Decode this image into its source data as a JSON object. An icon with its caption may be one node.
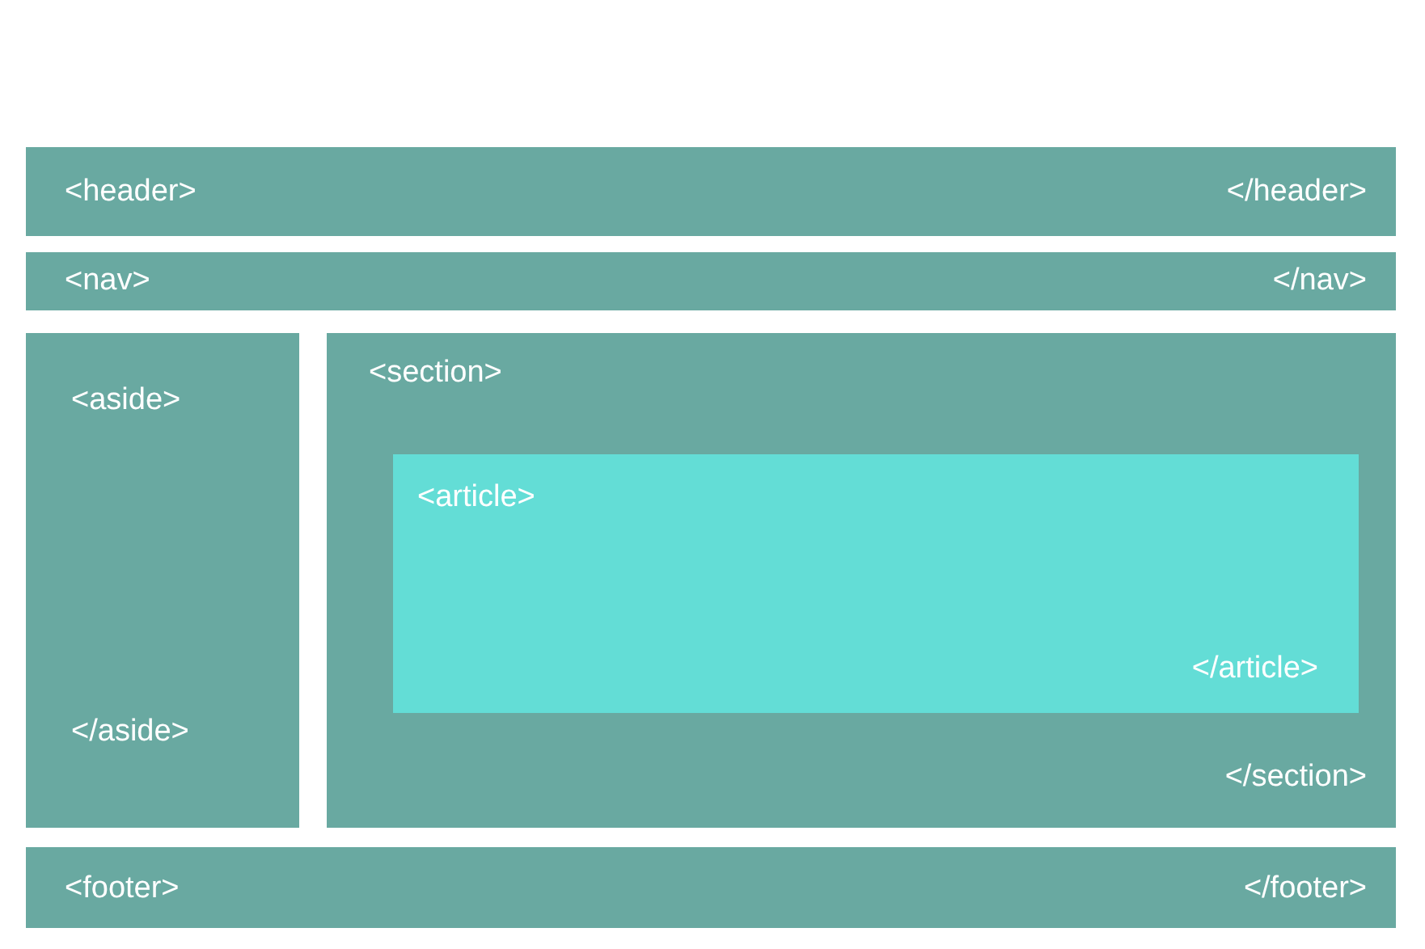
{
  "diagram": {
    "nodes": [
      {
        "text": [
          "<header>",
          "</header>"
        ]
      },
      {
        "text": [
          "<nav>",
          "</nav>"
        ]
      },
      {
        "text": [
          "<aside>",
          "</aside>"
        ]
      },
      {
        "text": [
          "<section>",
          "</section>"
        ]
      },
      {
        "text": [
          "<article>",
          "</article>"
        ],
        "in": 3
      },
      {
        "text": [
          "<footer>",
          "</footer>"
        ]
      }
    ]
  }
}
